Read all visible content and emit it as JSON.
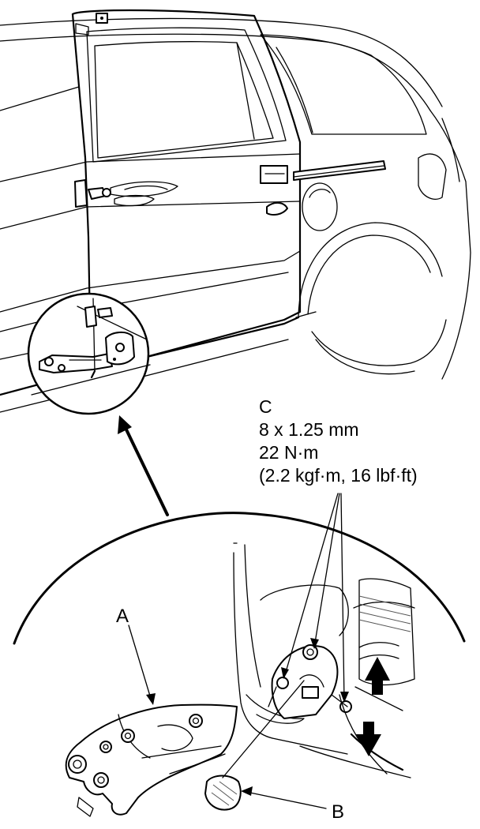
{
  "callouts": {
    "a": "A",
    "b": "B",
    "c": "C"
  },
  "spec": {
    "size": "8 x 1.25 mm",
    "torque_nm": "22 N·m",
    "torque_alt": "(2.2 kgf·m, 16 lbf·ft)"
  },
  "colors": {
    "ink": "#000000",
    "background": "#ffffff"
  }
}
